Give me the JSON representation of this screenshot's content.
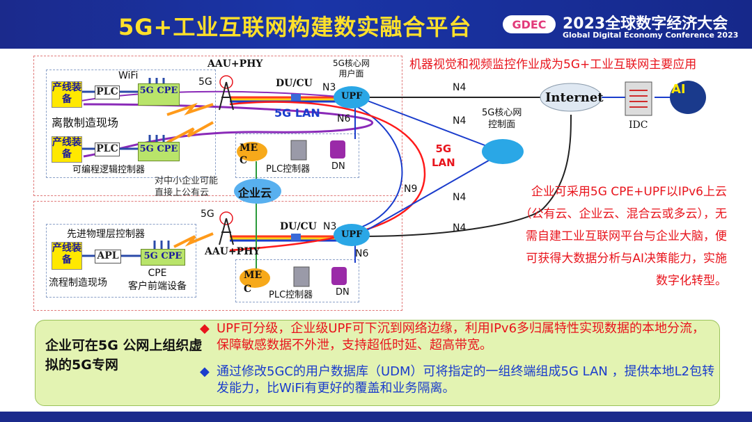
{
  "header": {
    "title": "5G+工业互联网构建数实融合平台",
    "logo_text": "GDEC",
    "conference_cn": "2023全球数字经济大会",
    "conference_en": "Global Digital Economy Conference 2023"
  },
  "top_site": {
    "devices": [
      "产线装备",
      "产线装备"
    ],
    "plc": "PLC",
    "cpe": "5G CPE",
    "wifi": "WiFi",
    "site_label": "离散制造现场",
    "controller_label": "可编程逻辑控制器",
    "antenna_label": "AAU+PHY",
    "fiveg_label": "5G",
    "ducu": "DU/CU",
    "n3": "N3",
    "upf_core_label": "5G核心网\n用户面",
    "upf": "UPF",
    "lan": "5G LAN",
    "n6": "N6",
    "mec": "MEC",
    "plc_controller": "PLC控制器",
    "dn": "DN"
  },
  "middle": {
    "public_cloud_note": "对中小企业可能\n直接上公有云",
    "enterprise_cloud": "企业云",
    "n9": "N9",
    "lan_red": "5G\nLAN"
  },
  "bottom_site": {
    "fiveg_label": "5G",
    "controller_label": "先进物理层控制器",
    "device": "产线装备",
    "apl": "APL",
    "cpe": "5G CPE",
    "cpe_caption": "CPE\n客户前端设备",
    "site_label": "流程制造现场",
    "antenna_label": "AAU+PHY",
    "ducu": "DU/CU",
    "n3": "N3",
    "upf": "UPF",
    "n6": "N6",
    "mec": "MEC",
    "plc_controller": "PLC控制器",
    "dn": "DN"
  },
  "core": {
    "n4_labels": [
      "N4",
      "N4",
      "N4",
      "N4"
    ],
    "internet": "Internet",
    "idc": "IDC",
    "ai": "AI",
    "control_plane_label": "5G核心网\n控制面"
  },
  "right_title": "机器视觉和视频监控作业成为5G+工业互联网主要应用",
  "right_desc": "企业可采用5G CPE+UPF以IPv6上云（公有云、企业云、混合云或多云），无需自建工业互联网平台与企业大脑，便可获得大数据分析与AI决策能力，实施数字化转型。",
  "bottom": {
    "left_text": "企业可在5G 公网上组织虚拟的5G专网",
    "bullet_red": "UPF可分级，企业级UPF可下沉到网络边缘，利用IPv6多归属特性实现数据的本地分流，保障敏感数据不外泄，支持超低时延、超高带宽。",
    "bullet_blue": "通过修改5GC的用户数据库（UDM）可将指定的一组终端组成5G LAN ，提供本地L2包转发能力，比WiFi有更好的覆盖和业务隔离。"
  },
  "colors": {
    "header_bg": "#1b2a8c",
    "title_yellow": "#ffe02a",
    "red": "#e8141c",
    "blue": "#1a3ccc",
    "panel_green": "#e3f3b2"
  }
}
